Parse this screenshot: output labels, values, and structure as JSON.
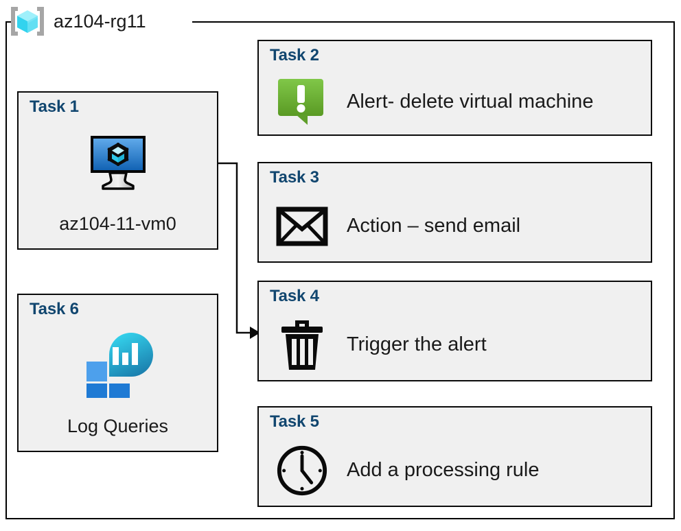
{
  "resource_group": {
    "name": "az104-rg11",
    "icon": "resource-group-cube-icon"
  },
  "cards": [
    {
      "id": "task1",
      "title": "Task 1",
      "label": "az104-11-vm0",
      "icon": "virtual-machine-icon",
      "layout": "vertical"
    },
    {
      "id": "task2",
      "title": "Task 2",
      "label": "Alert- delete virtual machine",
      "icon": "alert-exclamation-bubble-icon",
      "layout": "horizontal"
    },
    {
      "id": "task3",
      "title": "Task 3",
      "label": "Action – send email",
      "icon": "envelope-icon",
      "layout": "horizontal"
    },
    {
      "id": "task4",
      "title": "Task 4",
      "label": "Trigger the alert",
      "icon": "trash-delete-icon",
      "layout": "horizontal"
    },
    {
      "id": "task5",
      "title": "Task 5",
      "label": "Add a processing rule",
      "icon": "clock-icon",
      "layout": "horizontal"
    },
    {
      "id": "task6",
      "title": "Task 6",
      "label": "Log Queries",
      "icon": "log-analytics-icon",
      "layout": "vertical"
    }
  ],
  "connector": {
    "name": "vm-to-trigger-connector",
    "from": "task1",
    "to": "task4",
    "arrow": true
  },
  "colors": {
    "task_title": "#11466f",
    "card_fill": "#f0f0f0",
    "card_border": "#0a0a0a",
    "frame_border": "#000000",
    "vm_screen_top": "#54a3e8",
    "vm_screen_bottom": "#1565b5",
    "alert_green_top": "#7dc242",
    "alert_green_bottom": "#5d9c26",
    "log_blue_light": "#4da0ec",
    "log_blue": "#1f7ad4",
    "log_cyan": "#32d3ee",
    "log_teal": "#1f89b5",
    "rg_cube_cyan": "#86e7f7",
    "rg_bracket_grey": "#a6a6a6",
    "text": "#1a1a1a"
  }
}
